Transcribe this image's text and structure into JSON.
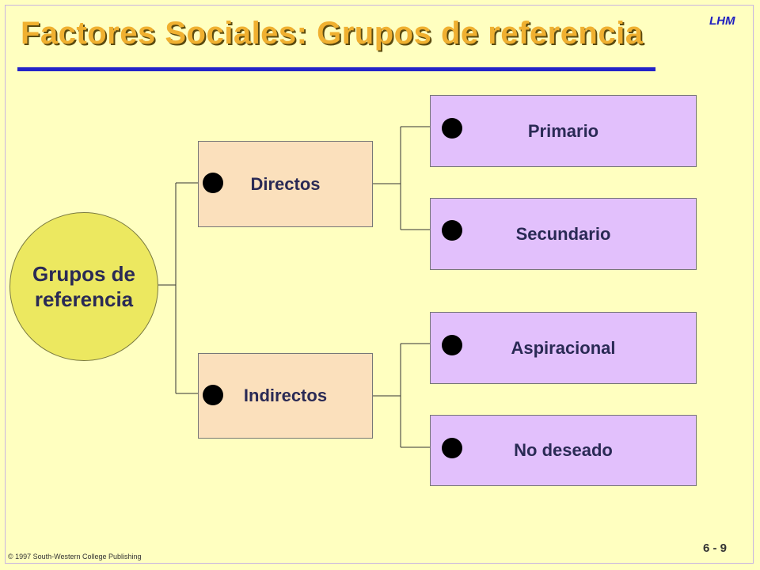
{
  "header": {
    "title": "Factores Sociales:  Grupos de referencia",
    "tag": "LHM"
  },
  "diagram": {
    "root": "Grupos de referencia",
    "groups": [
      {
        "label": "Directos",
        "children": [
          "Primario",
          "Secundario"
        ]
      },
      {
        "label": "Indirectos",
        "children": [
          "Aspiracional",
          "No deseado"
        ]
      }
    ],
    "colors": {
      "root_fill": "#ece860",
      "group_fill": "#fbe0bc",
      "leaf_fill": "#e2c0fc",
      "title_color": "#f0b030",
      "rule_color": "#2323c8"
    }
  },
  "footer": {
    "copyright": "©  1997 South-Western College Publishing",
    "page": "6 - 9"
  }
}
